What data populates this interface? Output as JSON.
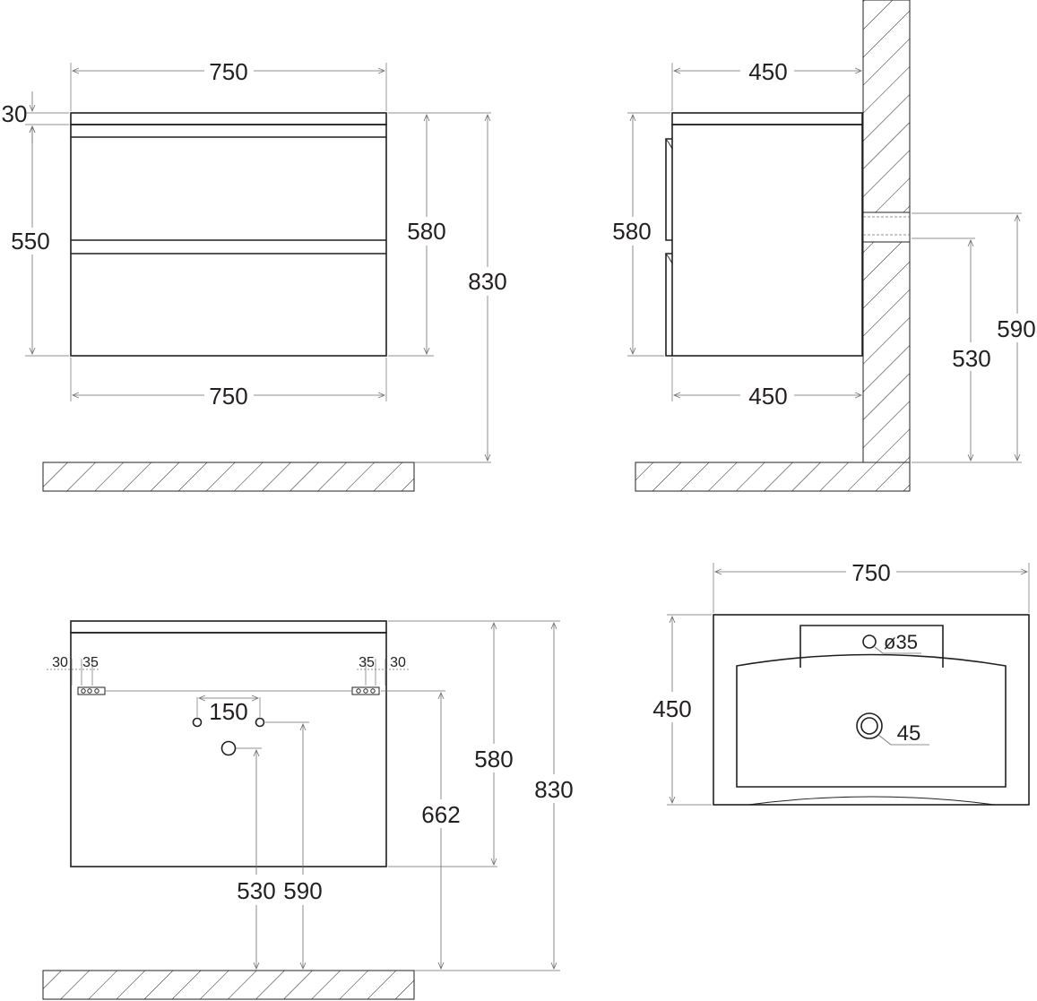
{
  "front_view": {
    "top_width": "750",
    "top_thickness": "30",
    "body_height": "550",
    "cabinet_height": "580",
    "total_height": "830",
    "bottom_width": "750"
  },
  "side_view": {
    "top_depth": "450",
    "cabinet_height": "580",
    "bottom_depth": "450",
    "drain_height_530": "530",
    "drain_height_590": "590"
  },
  "back_view": {
    "left_offset_30": "30",
    "left_offset_35": "35",
    "right_offset_35": "35",
    "right_offset_30": "30",
    "pipe_spacing": "150",
    "height_580": "580",
    "height_662": "662",
    "height_830": "830",
    "height_530": "530",
    "height_590": "590"
  },
  "top_view": {
    "width": "750",
    "depth": "450",
    "tap_hole": "ø35",
    "drain_dia": "45"
  }
}
